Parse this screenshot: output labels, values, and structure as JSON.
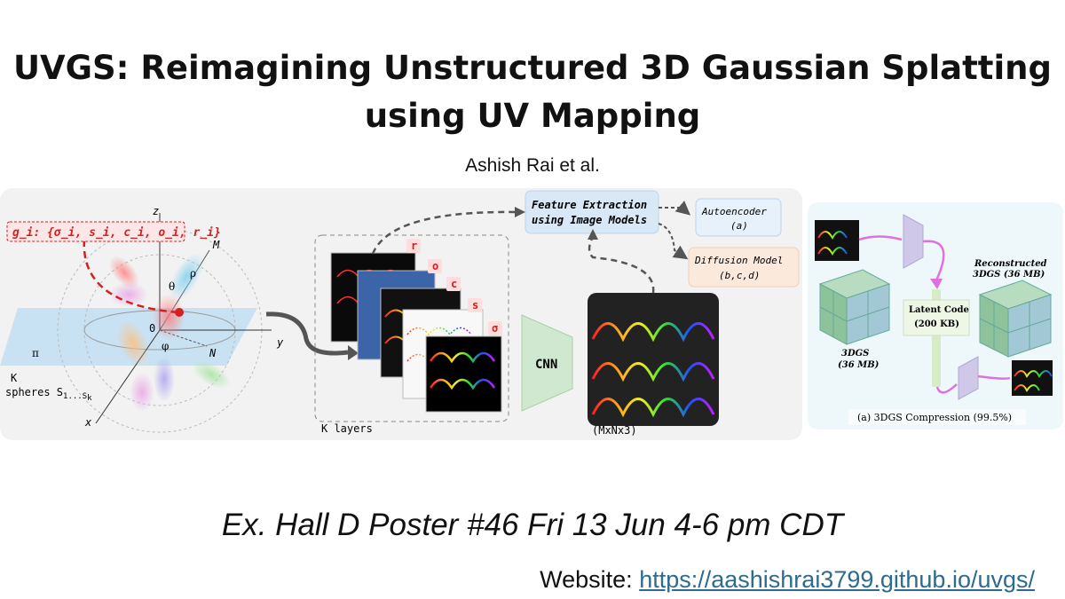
{
  "title_line1": "UVGS: Reimagining Unstructured 3D Gaussian Splatting",
  "title_line2": "using UV Mapping",
  "authors": "Ashish Rai et al.",
  "figure": {
    "gaussian_attr": "g_i: {σ_i, s_i, c_i, o_i, r_i}",
    "axis_z": "z",
    "axis_y": "y",
    "axis_x": "x",
    "label_M": "M",
    "label_N": "N",
    "label_O": "0",
    "label_theta": "θ",
    "label_rho": "ρ",
    "label_phi": "φ",
    "label_pi": "π",
    "spheres_line1": "K",
    "spheres_line2": "spheres S",
    "spheres_sub": "1...S",
    "spheres_subk": "k",
    "layer_tags": [
      "r",
      "o",
      "c",
      "s",
      "σ"
    ],
    "k_layers": "K layers",
    "cnn": "CNN",
    "mxn": "(MxNx3)",
    "feature_line1": "Feature Extraction",
    "feature_line2": "using Image Models",
    "autoencoder_line1": "Autoencoder",
    "autoencoder_line2": "(a)",
    "diffusion_line1": "Diffusion Model",
    "diffusion_line2": "(b,c,d)"
  },
  "compression": {
    "reconstructed_line1": "Reconstructed",
    "reconstructed_line2": "3DGS (36 MB)",
    "latent_line1": "Latent Code",
    "latent_line2": "(200 KB)",
    "input_line1": "3DGS",
    "input_line2": "(36 MB)",
    "caption": "(a) 3DGS Compression (99.5%)"
  },
  "venue": "Ex. Hall D Poster #46 Fri 13 Jun 4-6 pm CDT",
  "website_label": "Website: ",
  "website_url": "https://aashishrai3799.github.io/uvgs/",
  "colors": {
    "link": "#2e6b8f",
    "red_attr": "#d62020",
    "feature_box": "#d9e8f7",
    "diffusion_box": "#fbe9dc"
  }
}
